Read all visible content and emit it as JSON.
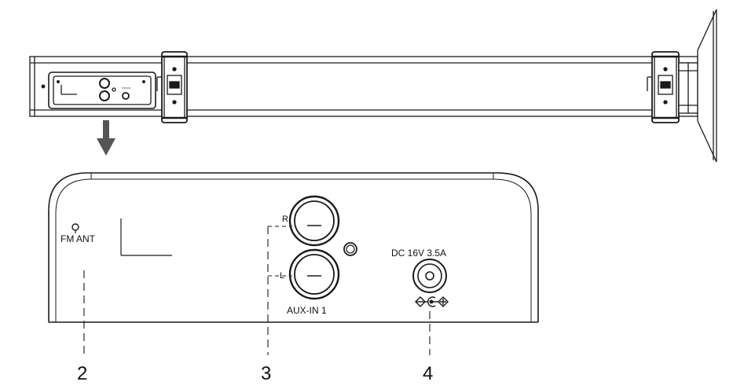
{
  "panel": {
    "fm_antenna_label": "FM ANT",
    "aux_right_label": "R",
    "aux_left_label": "L",
    "aux_input_label": "AUX-IN 1",
    "dc_input_label": "DC 16V 3.5A"
  },
  "callouts": [
    {
      "number": "2"
    },
    {
      "number": "3"
    },
    {
      "number": "4"
    }
  ],
  "colors": {
    "line": "#1a1a1a",
    "arrow": "#555555",
    "background": "#ffffff"
  }
}
